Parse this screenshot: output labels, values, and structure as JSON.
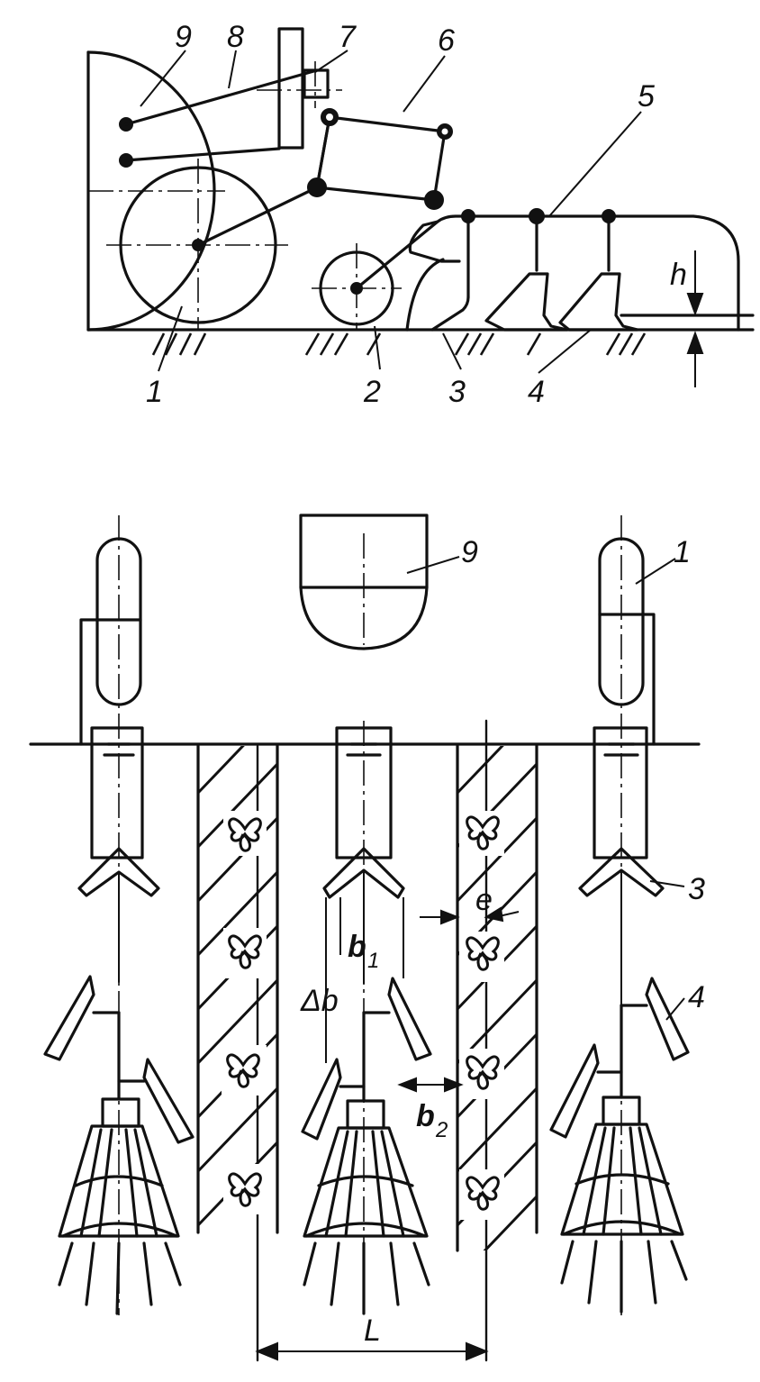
{
  "side_view": {
    "labels": {
      "n1": "1",
      "n2": "2",
      "n3": "3",
      "n4": "4",
      "n5": "5",
      "n6": "6",
      "n7": "7",
      "n8": "8",
      "n9": "9",
      "h": "h"
    }
  },
  "plan_view": {
    "labels": {
      "n1": "1",
      "n3": "3",
      "n4": "4",
      "n9": "9",
      "b1": "b",
      "b1_sub": "1",
      "b2": "b",
      "b2_sub": "2",
      "db": "Δb",
      "e": "e",
      "L": "L"
    }
  }
}
